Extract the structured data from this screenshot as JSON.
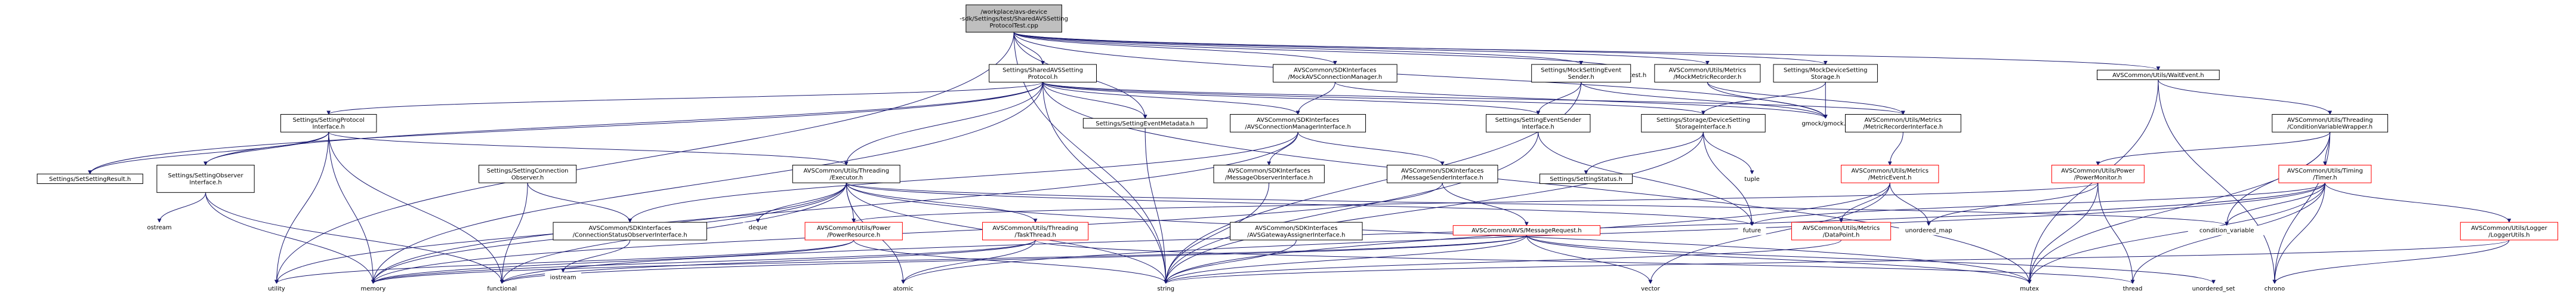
{
  "diagram": {
    "nodes": [
      {
        "id": "root",
        "lines": [
          "/workplace/avs-device",
          "-sdk/Settings/test/SharedAVSSetting",
          "ProtocolTest.cpp"
        ],
        "fill": "#bfbfbf",
        "stroke": "#000000"
      },
      {
        "id": "gtest",
        "lines": [
          "gtest/gtest.h"
        ],
        "fill": "#ffffff",
        "stroke": "none"
      },
      {
        "id": "sharedProto",
        "lines": [
          "Settings/SharedAVSSetting",
          "Protocol.h"
        ],
        "fill": "#ffffff",
        "stroke": "#000000"
      },
      {
        "id": "mockConnMgr",
        "lines": [
          "AVSCommon/SDKInterfaces",
          "/MockAVSConnectionManager.h"
        ],
        "fill": "#ffffff",
        "stroke": "#000000"
      },
      {
        "id": "mockEventSender",
        "lines": [
          "Settings/MockSettingEvent",
          "Sender.h"
        ],
        "fill": "#ffffff",
        "stroke": "#000000"
      },
      {
        "id": "mockMetricRec",
        "lines": [
          "AVSCommon/Utils/Metrics",
          "/MockMetricRecorder.h"
        ],
        "fill": "#ffffff",
        "stroke": "#000000"
      },
      {
        "id": "mockDevStorage",
        "lines": [
          "Settings/MockDeviceSetting",
          "Storage.h"
        ],
        "fill": "#ffffff",
        "stroke": "#000000"
      },
      {
        "id": "waitEvent",
        "lines": [
          "AVSCommon/Utils/WaitEvent.h"
        ],
        "fill": "#ffffff",
        "stroke": "#000000"
      },
      {
        "id": "settingProtoIf",
        "lines": [
          "Settings/SettingProtocol",
          "Interface.h"
        ],
        "fill": "#ffffff",
        "stroke": "#000000"
      },
      {
        "id": "eventMetadata",
        "lines": [
          "Settings/SettingEventMetadata.h"
        ],
        "fill": "#ffffff",
        "stroke": "#000000"
      },
      {
        "id": "connMgrIf",
        "lines": [
          "AVSCommon/SDKInterfaces",
          "/AVSConnectionManagerInterface.h"
        ],
        "fill": "#ffffff",
        "stroke": "#000000"
      },
      {
        "id": "eventSenderIf",
        "lines": [
          "Settings/SettingEventSender",
          "Interface.h"
        ],
        "fill": "#ffffff",
        "stroke": "#000000"
      },
      {
        "id": "storageIf",
        "lines": [
          "Settings/Storage/DeviceSetting",
          "StorageInterface.h"
        ],
        "fill": "#ffffff",
        "stroke": "#000000"
      },
      {
        "id": "gmock",
        "lines": [
          "gmock/gmock.h"
        ],
        "fill": "#ffffff",
        "stroke": "none"
      },
      {
        "id": "metricRecIf",
        "lines": [
          "AVSCommon/Utils/Metrics",
          "/MetricRecorderInterface.h"
        ],
        "fill": "#ffffff",
        "stroke": "#000000"
      },
      {
        "id": "condVarWrapper",
        "lines": [
          "AVSCommon/Utils/Threading",
          "/ConditionVariableWrapper.h"
        ],
        "fill": "#ffffff",
        "stroke": "#000000"
      },
      {
        "id": "setResult",
        "lines": [
          "Settings/SetSettingResult.h"
        ],
        "fill": "#ffffff",
        "stroke": "#000000"
      },
      {
        "id": "settingObserverIf",
        "lines": [
          "Settings/SettingObserver",
          "Interface.h"
        ],
        "fill": "#ffffff",
        "stroke": "#000000"
      },
      {
        "id": "connObserver",
        "lines": [
          "Settings/SettingConnection",
          "Observer.h"
        ],
        "fill": "#ffffff",
        "stroke": "#000000"
      },
      {
        "id": "executor",
        "lines": [
          "AVSCommon/Utils/Threading",
          "/Executor.h"
        ],
        "fill": "#ffffff",
        "stroke": "#000000"
      },
      {
        "id": "msgObserverIf",
        "lines": [
          "AVSCommon/SDKInterfaces",
          "/MessageObserverInterface.h"
        ],
        "fill": "#ffffff",
        "stroke": "#000000"
      },
      {
        "id": "msgSenderIf",
        "lines": [
          "AVSCommon/SDKInterfaces",
          "/MessageSenderInterface.h"
        ],
        "fill": "#ffffff",
        "stroke": "#000000"
      },
      {
        "id": "settingStatus",
        "lines": [
          "Settings/SettingStatus.h"
        ],
        "fill": "#ffffff",
        "stroke": "#000000"
      },
      {
        "id": "tuple",
        "lines": [
          "tuple"
        ],
        "fill": "#ffffff",
        "stroke": "none"
      },
      {
        "id": "metricEvent",
        "lines": [
          "AVSCommon/Utils/Metrics",
          "/MetricEvent.h"
        ],
        "fill": "#ffffff",
        "stroke": "#ff0000"
      },
      {
        "id": "powerMonitor",
        "lines": [
          "AVSCommon/Utils/Power",
          "/PowerMonitor.h"
        ],
        "fill": "#ffffff",
        "stroke": "#ff0000"
      },
      {
        "id": "timer",
        "lines": [
          "AVSCommon/Utils/Timing",
          "/Timer.h"
        ],
        "fill": "#ffffff",
        "stroke": "#ff0000"
      },
      {
        "id": "ostream",
        "lines": [
          "ostream"
        ],
        "fill": "#ffffff",
        "stroke": "none"
      },
      {
        "id": "connStatusObsIf",
        "lines": [
          "AVSCommon/SDKInterfaces",
          "/ConnectionStatusObserverInterface.h"
        ],
        "fill": "#ffffff",
        "stroke": "#000000"
      },
      {
        "id": "deque",
        "lines": [
          "deque"
        ],
        "fill": "#ffffff",
        "stroke": "none"
      },
      {
        "id": "powerResource",
        "lines": [
          "AVSCommon/Utils/Power",
          "/PowerResource.h"
        ],
        "fill": "#ffffff",
        "stroke": "#ff0000"
      },
      {
        "id": "taskThread",
        "lines": [
          "AVSCommon/Utils/Threading",
          "/TaskThread.h"
        ],
        "fill": "#ffffff",
        "stroke": "#ff0000"
      },
      {
        "id": "gatewayAssigner",
        "lines": [
          "AVSCommon/SDKInterfaces",
          "/AVSGatewayAssignerInterface.h"
        ],
        "fill": "#ffffff",
        "stroke": "#000000"
      },
      {
        "id": "messageRequest",
        "lines": [
          "AVSCommon/AVS/MessageRequest.h"
        ],
        "fill": "#ffffff",
        "stroke": "#ff0000"
      },
      {
        "id": "future",
        "lines": [
          "future"
        ],
        "fill": "#ffffff",
        "stroke": "none"
      },
      {
        "id": "dataPoint",
        "lines": [
          "AVSCommon/Utils/Metrics",
          "/DataPoint.h"
        ],
        "fill": "#ffffff",
        "stroke": "#ff0000"
      },
      {
        "id": "unorderedMap",
        "lines": [
          "unordered_map"
        ],
        "fill": "#ffffff",
        "stroke": "none"
      },
      {
        "id": "condVariable",
        "lines": [
          "condition_variable"
        ],
        "fill": "#ffffff",
        "stroke": "none"
      },
      {
        "id": "loggerUtils",
        "lines": [
          "AVSCommon/Utils/Logger",
          "/LoggerUtils.h"
        ],
        "fill": "#ffffff",
        "stroke": "#ff0000"
      },
      {
        "id": "iostream",
        "lines": [
          "iostream"
        ],
        "fill": "#ffffff",
        "stroke": "none"
      },
      {
        "id": "utility",
        "lines": [
          "utility"
        ],
        "fill": "#ffffff",
        "stroke": "none"
      },
      {
        "id": "memory",
        "lines": [
          "memory"
        ],
        "fill": "#ffffff",
        "stroke": "none"
      },
      {
        "id": "functional",
        "lines": [
          "functional"
        ],
        "fill": "#ffffff",
        "stroke": "none"
      },
      {
        "id": "atomic",
        "lines": [
          "atomic"
        ],
        "fill": "#ffffff",
        "stroke": "none"
      },
      {
        "id": "string",
        "lines": [
          "string"
        ],
        "fill": "#ffffff",
        "stroke": "none"
      },
      {
        "id": "vector",
        "lines": [
          "vector"
        ],
        "fill": "#ffffff",
        "stroke": "none"
      },
      {
        "id": "mutex",
        "lines": [
          "mutex"
        ],
        "fill": "#ffffff",
        "stroke": "none"
      },
      {
        "id": "thread",
        "lines": [
          "thread"
        ],
        "fill": "#ffffff",
        "stroke": "none"
      },
      {
        "id": "unorderedSet",
        "lines": [
          "unordered_set"
        ],
        "fill": "#ffffff",
        "stroke": "none"
      },
      {
        "id": "chrono",
        "lines": [
          "chrono"
        ],
        "fill": "#ffffff",
        "stroke": "none"
      }
    ],
    "edges": [
      [
        "root",
        "sharedProto"
      ],
      [
        "root",
        "mockConnMgr"
      ],
      [
        "root",
        "mockEventSender"
      ],
      [
        "root",
        "mockMetricRec"
      ],
      [
        "root",
        "mockDevStorage"
      ],
      [
        "root",
        "waitEvent"
      ],
      [
        "root",
        "gtest"
      ],
      [
        "root",
        "gmock"
      ],
      [
        "root",
        "eventMetadata"
      ],
      [
        "root",
        "utility"
      ],
      [
        "root",
        "string"
      ],
      [
        "sharedProto",
        "settingProtoIf"
      ],
      [
        "sharedProto",
        "eventMetadata"
      ],
      [
        "sharedProto",
        "connMgrIf"
      ],
      [
        "sharedProto",
        "eventSenderIf"
      ],
      [
        "sharedProto",
        "storageIf"
      ],
      [
        "sharedProto",
        "metricRecIf"
      ],
      [
        "sharedProto",
        "executor"
      ],
      [
        "sharedProto",
        "setResult"
      ],
      [
        "sharedProto",
        "settingObserverIf"
      ],
      [
        "sharedProto",
        "memory"
      ],
      [
        "sharedProto",
        "string"
      ],
      [
        "sharedProto",
        "mutex"
      ],
      [
        "mockConnMgr",
        "connMgrIf"
      ],
      [
        "mockConnMgr",
        "gmock"
      ],
      [
        "mockEventSender",
        "eventSenderIf"
      ],
      [
        "mockEventSender",
        "gmock"
      ],
      [
        "mockEventSender",
        "string"
      ],
      [
        "mockMetricRec",
        "metricRecIf"
      ],
      [
        "mockMetricRec",
        "gmock"
      ],
      [
        "mockDevStorage",
        "storageIf"
      ],
      [
        "mockDevStorage",
        "gmock"
      ],
      [
        "waitEvent",
        "condVarWrapper"
      ],
      [
        "waitEvent",
        "mutex"
      ],
      [
        "waitEvent",
        "chrono"
      ],
      [
        "settingProtoIf",
        "setResult"
      ],
      [
        "settingProtoIf",
        "settingObserverIf"
      ],
      [
        "settingProtoIf",
        "executor"
      ],
      [
        "settingProtoIf",
        "memory"
      ],
      [
        "settingProtoIf",
        "functional"
      ],
      [
        "settingProtoIf",
        "utility"
      ],
      [
        "eventMetadata",
        "string"
      ],
      [
        "connMgrIf",
        "msgObserverIf"
      ],
      [
        "connMgrIf",
        "msgSenderIf"
      ],
      [
        "connMgrIf",
        "connStatusObsIf"
      ],
      [
        "connMgrIf",
        "memory"
      ],
      [
        "eventSenderIf",
        "future"
      ],
      [
        "eventSenderIf",
        "string"
      ],
      [
        "storageIf",
        "settingStatus"
      ],
      [
        "storageIf",
        "tuple"
      ],
      [
        "storageIf",
        "future"
      ],
      [
        "storageIf",
        "string"
      ],
      [
        "metricRecIf",
        "metricEvent"
      ],
      [
        "condVarWrapper",
        "powerMonitor"
      ],
      [
        "condVarWrapper",
        "timer"
      ],
      [
        "condVarWrapper",
        "condVariable"
      ],
      [
        "condVarWrapper",
        "mutex"
      ],
      [
        "condVarWrapper",
        "chrono"
      ],
      [
        "settingObserverIf",
        "ostream"
      ],
      [
        "settingObserverIf",
        "functional"
      ],
      [
        "settingObserverIf",
        "memory"
      ],
      [
        "connObserver",
        "connStatusObsIf"
      ],
      [
        "connObserver",
        "functional"
      ],
      [
        "executor",
        "powerResource"
      ],
      [
        "executor",
        "taskThread"
      ],
      [
        "executor",
        "deque"
      ],
      [
        "executor",
        "condVariable"
      ],
      [
        "executor",
        "future"
      ],
      [
        "executor",
        "atomic"
      ],
      [
        "executor",
        "string"
      ],
      [
        "executor",
        "functional"
      ],
      [
        "executor",
        "memory"
      ],
      [
        "executor",
        "utility"
      ],
      [
        "executor",
        "mutex"
      ],
      [
        "msgObserverIf",
        "string"
      ],
      [
        "msgSenderIf",
        "messageRequest"
      ],
      [
        "msgSenderIf",
        "memory"
      ],
      [
        "metricEvent",
        "dataPoint"
      ],
      [
        "metricEvent",
        "unorderedMap"
      ],
      [
        "metricEvent",
        "vector"
      ],
      [
        "metricEvent",
        "string"
      ],
      [
        "powerMonitor",
        "powerResource"
      ],
      [
        "powerMonitor",
        "unorderedMap"
      ],
      [
        "powerMonitor",
        "thread"
      ],
      [
        "powerMonitor",
        "mutex"
      ],
      [
        "timer",
        "loggerUtils"
      ],
      [
        "timer",
        "condVariable"
      ],
      [
        "timer",
        "chrono"
      ],
      [
        "timer",
        "thread"
      ],
      [
        "timer",
        "future"
      ],
      [
        "timer",
        "functional"
      ],
      [
        "timer",
        "atomic"
      ],
      [
        "timer",
        "mutex"
      ],
      [
        "connStatusObsIf",
        "iostream"
      ],
      [
        "powerResource",
        "memory"
      ],
      [
        "powerResource",
        "string"
      ],
      [
        "powerResource",
        "utility"
      ],
      [
        "taskThread",
        "atomic"
      ],
      [
        "taskThread",
        "thread"
      ],
      [
        "taskThread",
        "memory"
      ],
      [
        "taskThread",
        "functional"
      ],
      [
        "gatewayAssigner",
        "string"
      ],
      [
        "messageRequest",
        "memory"
      ],
      [
        "messageRequest",
        "string"
      ],
      [
        "messageRequest",
        "vector"
      ],
      [
        "messageRequest",
        "functional"
      ],
      [
        "messageRequest",
        "mutex"
      ],
      [
        "messageRequest",
        "unorderedSet"
      ],
      [
        "dataPoint",
        "string"
      ],
      [
        "loggerUtils",
        "chrono"
      ],
      [
        "loggerUtils",
        "string"
      ]
    ]
  }
}
